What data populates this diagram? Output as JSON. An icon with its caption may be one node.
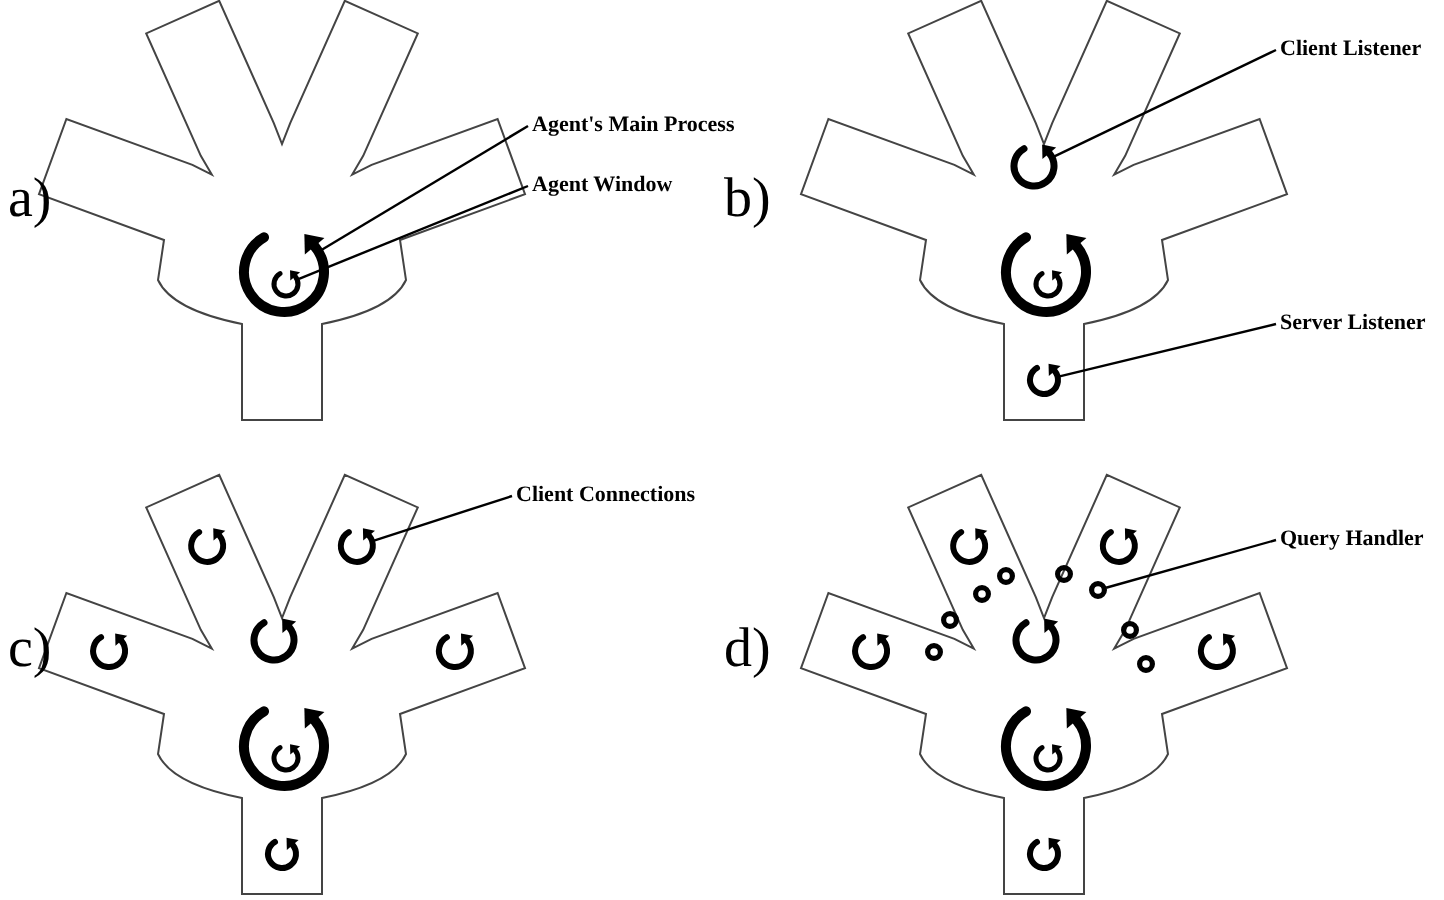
{
  "diagram": {
    "nodes": [
      {
        "text": [
          "Agent's Main Process"
        ]
      },
      {
        "text": [],
        "shape": "loop"
      },
      {
        "text": [
          "Agent Window"
        ]
      },
      {
        "text": [],
        "shape": "loop",
        "in": 1
      },
      {
        "text": [
          "Client Listener"
        ]
      },
      {
        "text": [],
        "shape": "loop"
      },
      {
        "text": [
          "Server Listener"
        ]
      },
      {
        "text": [],
        "shape": "loop"
      },
      {
        "text": [
          "Client Connections"
        ]
      },
      {
        "text": [],
        "shape": "loop"
      },
      {
        "text": [
          "Query Handler"
        ]
      },
      {
        "text": [],
        "shape": "circle"
      }
    ],
    "edges": [
      {
        "from": 0,
        "to": 1,
        "arrow": "none"
      },
      {
        "from": 2,
        "to": 3,
        "arrow": "none"
      },
      {
        "from": 4,
        "to": 5,
        "arrow": "none"
      },
      {
        "from": 6,
        "to": 7,
        "arrow": "none"
      },
      {
        "from": 8,
        "to": 9,
        "arrow": "none"
      },
      {
        "from": 10,
        "to": 11,
        "arrow": "none"
      }
    ],
    "labels": [
      "a)",
      "b)",
      "c)",
      "d)"
    ]
  }
}
